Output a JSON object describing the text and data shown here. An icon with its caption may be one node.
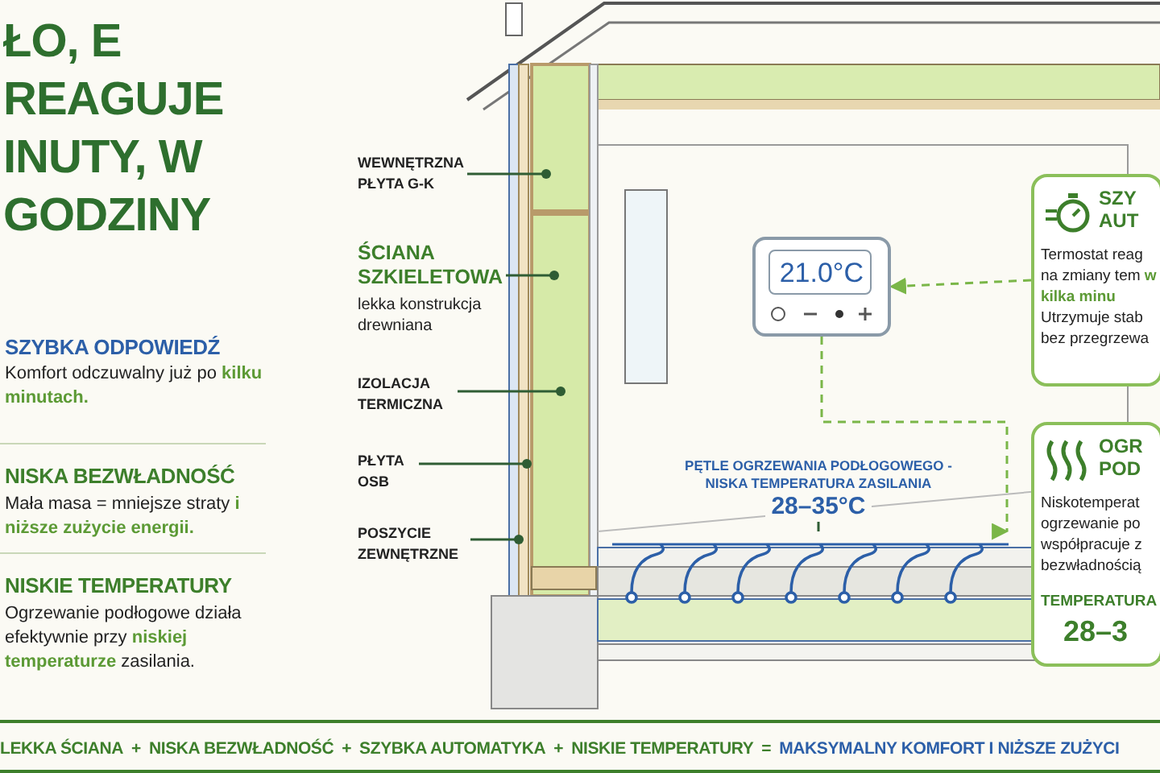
{
  "diagram": {
    "title": "ŁO, E REAGUJE INUTY, W GODZINY",
    "nodes": [
      {
        "text": [
          "21.0°C"
        ]
      },
      {
        "text": [
          "SZY AUT",
          "Termostat reag na zmiany tem **w kilka minu** Utrzymuje stab bez przegrzewa"
        ]
      },
      {
        "text": [
          "OGR POD",
          "Niskotemperat ogrzewanie po współpracuje z bezwładnością",
          "TEMPERATURA",
          "28–3"
        ]
      },
      {
        "text": [],
        "shape": "picture"
      },
      {
        "text": [
          "PĘTLE OGRZEWANIA PODŁOGOWEGO - NISKA TEMPERATURA ZASILANIA",
          "28–35°C"
        ]
      },
      {
        "text": [
          "WEWNĘTRZNA PŁYTA G-K"
        ]
      },
      {
        "text": [
          "ŚCIANA SZKIELETOWA",
          "lekka konstrukcja drewniana"
        ]
      },
      {
        "text": [
          "IZOLACJA TERMICZNA"
        ]
      },
      {
        "text": [
          "PŁYTA OSB"
        ]
      },
      {
        "text": [
          "POSZYCIE ZEWNĘTRZNE"
        ]
      }
    ],
    "edges": [
      {
        "from": 1,
        "to": 0,
        "arrow": "to",
        "style": "dashed",
        "color": "#7ab648"
      },
      {
        "from": 0,
        "to": 3,
        "arrow": "to",
        "style": "dashed",
        "color": "#7ab648"
      },
      {
        "from": 4,
        "to": 3,
        "arrow": "none"
      },
      {
        "from": 5,
        "to": null,
        "arrow": "other"
      },
      {
        "from": 6,
        "to": null,
        "arrow": "other"
      },
      {
        "from": 7,
        "to": null,
        "arrow": "other"
      },
      {
        "from": 8,
        "to": null,
        "arrow": "other"
      },
      {
        "from": 9,
        "to": null,
        "arrow": "other"
      }
    ],
    "labels": [
      "SZYBKA ODPOWIEDŹ",
      "Komfort odczuwalny już po **kilku minutach.**",
      "NISKA BEZWŁADNOŚĆ",
      "Mała masa = mniejsze straty **i niższe zużycie energii.**",
      "NISKIE TEMPERATURY",
      "Ogrzewanie podłogowe działa efektywnie przy **niskiej temperaturze** zasilania.",
      "LEKKA ŚCIANA",
      "+",
      "NISKA BEZWŁADNOŚĆ",
      "+",
      "SZYBKA AUTOMATYKA",
      "+",
      "NISKIE TEMPERATURY",
      "=",
      "MAKSYMALNY KOMFORT I NIŻSZE ZUŻYCI"
    ]
  }
}
